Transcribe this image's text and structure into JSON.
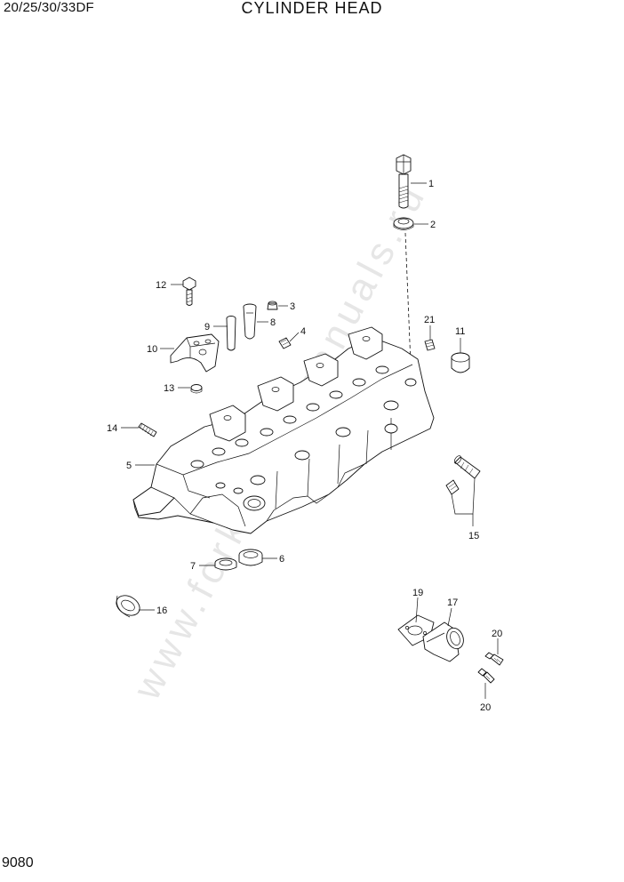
{
  "header": {
    "model": "20/25/30/33DF",
    "title": "CYLINDER HEAD"
  },
  "footer": {
    "page_number": "9080"
  },
  "callouts": {
    "c1": "1",
    "c2": "2",
    "c3": "3",
    "c4": "4",
    "c5": "5",
    "c6": "6",
    "c7": "7",
    "c8": "8",
    "c9": "9",
    "c10": "10",
    "c11": "11",
    "c12": "12",
    "c13": "13",
    "c14": "14",
    "c15": "15",
    "c16": "16",
    "c17": "17",
    "c19": "19",
    "c20a": "20",
    "c20b": "20",
    "c21": "21"
  },
  "watermark": "www.forkliftpdfmanuals.ru"
}
